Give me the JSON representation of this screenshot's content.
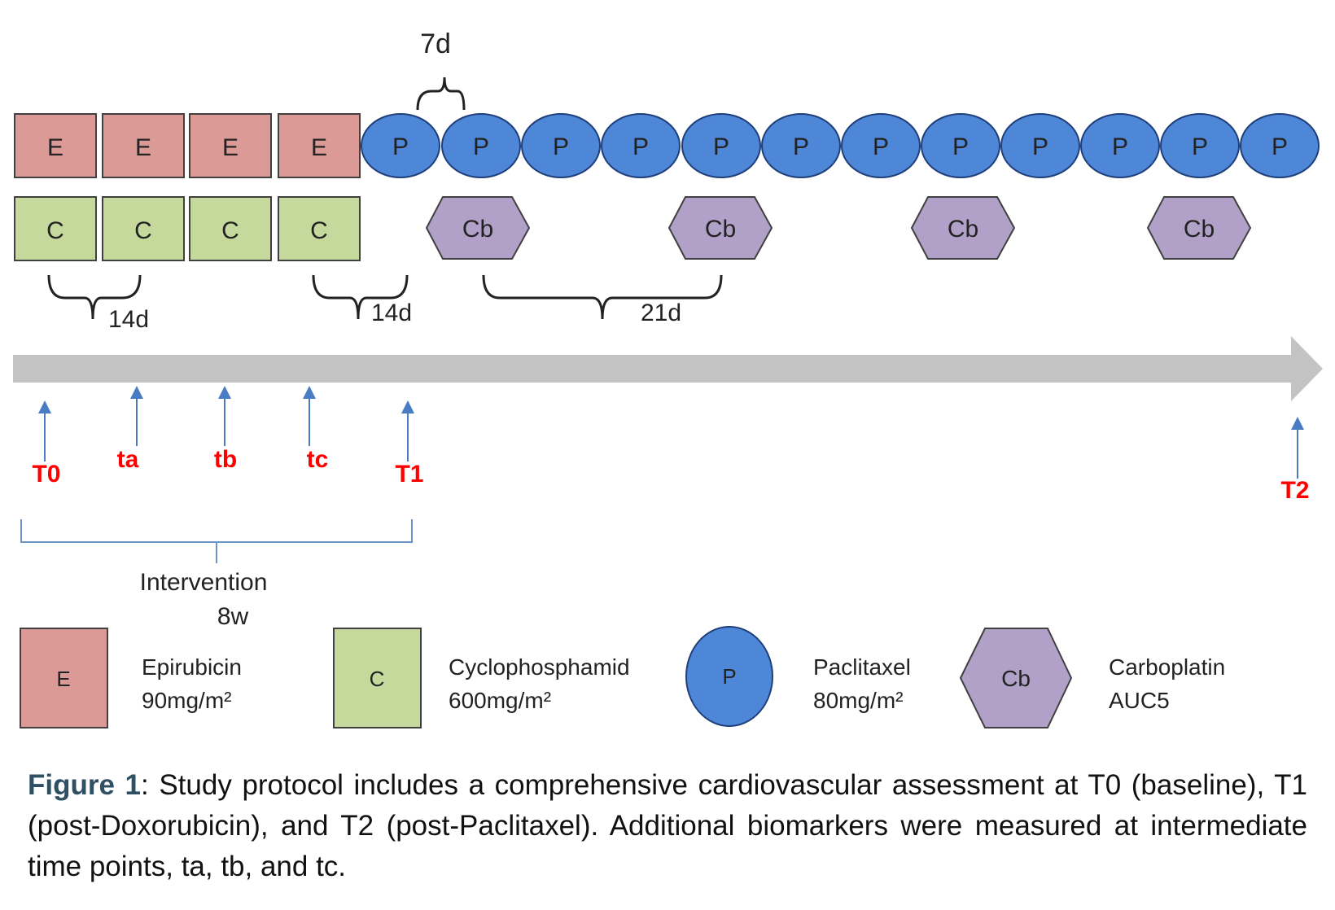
{
  "colors": {
    "epirubicin_fill": "#dc9a97",
    "cyclophosphamid_fill": "#c5d99c",
    "paclitaxel_fill": "#4f87d8",
    "carboplatin_fill": "#b1a0c8",
    "timeline_arrow": "#c3c3c3",
    "timepoint_label": "#ff0000",
    "timepoint_arrow": "#4a7cc4",
    "outline": "#404040"
  },
  "top_row": {
    "epirubicin_blocks": [
      "E",
      "E",
      "E",
      "E"
    ],
    "paclitaxel_cycles": [
      "P",
      "P",
      "P",
      "P",
      "P",
      "P",
      "P",
      "P",
      "P",
      "P",
      "P",
      "P"
    ]
  },
  "second_row": {
    "cyclophosphamid_blocks": [
      "C",
      "C",
      "C",
      "C"
    ],
    "carboplatin_cycles": [
      "Cb",
      "Cb",
      "Cb",
      "Cb"
    ]
  },
  "intervals": {
    "paclitaxel_interval": "7d",
    "ec_interval_1": "14d",
    "ec_interval_2": "14d",
    "carboplatin_interval": "21d"
  },
  "timepoints": [
    "T0",
    "ta",
    "tb",
    "tc",
    "T1",
    "T2"
  ],
  "intervention": {
    "label": "Intervention",
    "duration": "8w"
  },
  "legend": [
    {
      "symbol": "E",
      "name": "Epirubicin",
      "dose": "90mg/m²"
    },
    {
      "symbol": "C",
      "name": "Cyclophosphamid",
      "dose": "600mg/m²"
    },
    {
      "symbol": "P",
      "name": "Paclitaxel",
      "dose": "80mg/m²"
    },
    {
      "symbol": "Cb",
      "name": "Carboplatin",
      "dose": "AUC5"
    }
  ],
  "caption": {
    "figure_label": "Figure 1",
    "text": ": Study protocol includes a comprehensive cardiovascular assessment at T0 (baseline), T1 (post-Doxorubicin), and T2 (post-Paclitaxel). Additional biomarkers were measured at intermediate time points, ta, tb, and tc."
  }
}
